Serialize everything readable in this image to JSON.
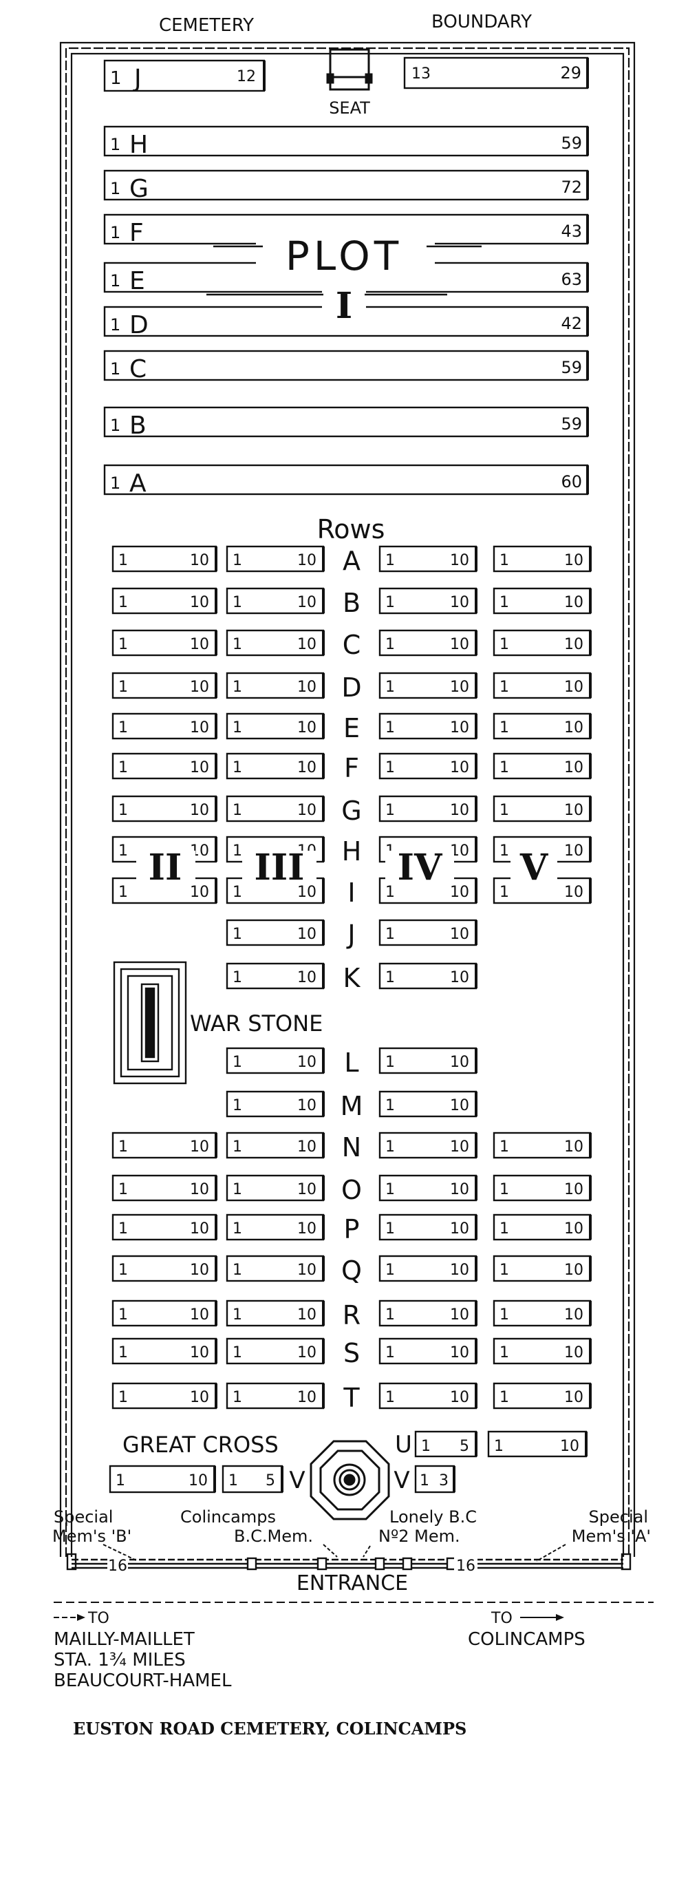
{
  "header": {
    "left": "CEMETERY",
    "right": "BOUNDARY"
  },
  "seat": "SEAT",
  "plot_one": {
    "label": "PLOT",
    "numeral": "I",
    "top_left": {
      "row": "J",
      "first": "1",
      "last": "12"
    },
    "top_right": {
      "first": "13",
      "last": "29"
    },
    "rows": [
      {
        "row": "H",
        "first": "1",
        "last": "59"
      },
      {
        "row": "G",
        "first": "1",
        "last": "72"
      },
      {
        "row": "F",
        "first": "1",
        "last": "43"
      },
      {
        "row": "E",
        "first": "1",
        "last": "63"
      },
      {
        "row": "D",
        "first": "1",
        "last": "42"
      },
      {
        "row": "C",
        "first": "1",
        "last": "59"
      },
      {
        "row": "B",
        "first": "1",
        "last": "59"
      },
      {
        "row": "A",
        "first": "1",
        "last": "60"
      }
    ]
  },
  "rows_heading": "Rows",
  "row_letters": [
    "A",
    "B",
    "C",
    "D",
    "E",
    "F",
    "G",
    "H",
    "I",
    "J",
    "K",
    "L",
    "M",
    "N",
    "O",
    "P",
    "Q",
    "R",
    "S",
    "T"
  ],
  "plot_numerals": {
    "p2": "II",
    "p3": "III",
    "p4": "IV",
    "p5": "V"
  },
  "grave_first": "1",
  "grave_last": "10",
  "war_stone": "WAR STONE",
  "great_cross": "GREAT CROSS",
  "row_u": {
    "letter": "U",
    "first": "1",
    "last": "5",
    "right_first": "1",
    "right_last": "10"
  },
  "row_v": {
    "left_first": "1",
    "left_last": "10",
    "mid_first": "1",
    "mid_last": "5",
    "mid_letter": "V",
    "right_letter": "V",
    "right_first": "1",
    "right_last": "3"
  },
  "memorials": {
    "special_b": [
      "Special",
      "Mem's 'B'"
    ],
    "colincamps": [
      "Colincamps",
      "B.C.Mem."
    ],
    "lonely": [
      "Lonely B.C",
      "Nº2 Mem."
    ],
    "special_a": [
      "Special",
      "Mem's 'A'"
    ]
  },
  "boundary_counts": [
    "16",
    "16"
  ],
  "entrance": "ENTRANCE",
  "directions": {
    "left_to": "TO",
    "left": [
      "MAILLY-MAILLET",
      "STA. 1¾ MILES",
      "BEAUCOURT-HAMEL"
    ],
    "right_to": "TO",
    "right": "COLINCAMPS"
  },
  "caption": "EUSTON ROAD CEMETERY, COLINCAMPS"
}
